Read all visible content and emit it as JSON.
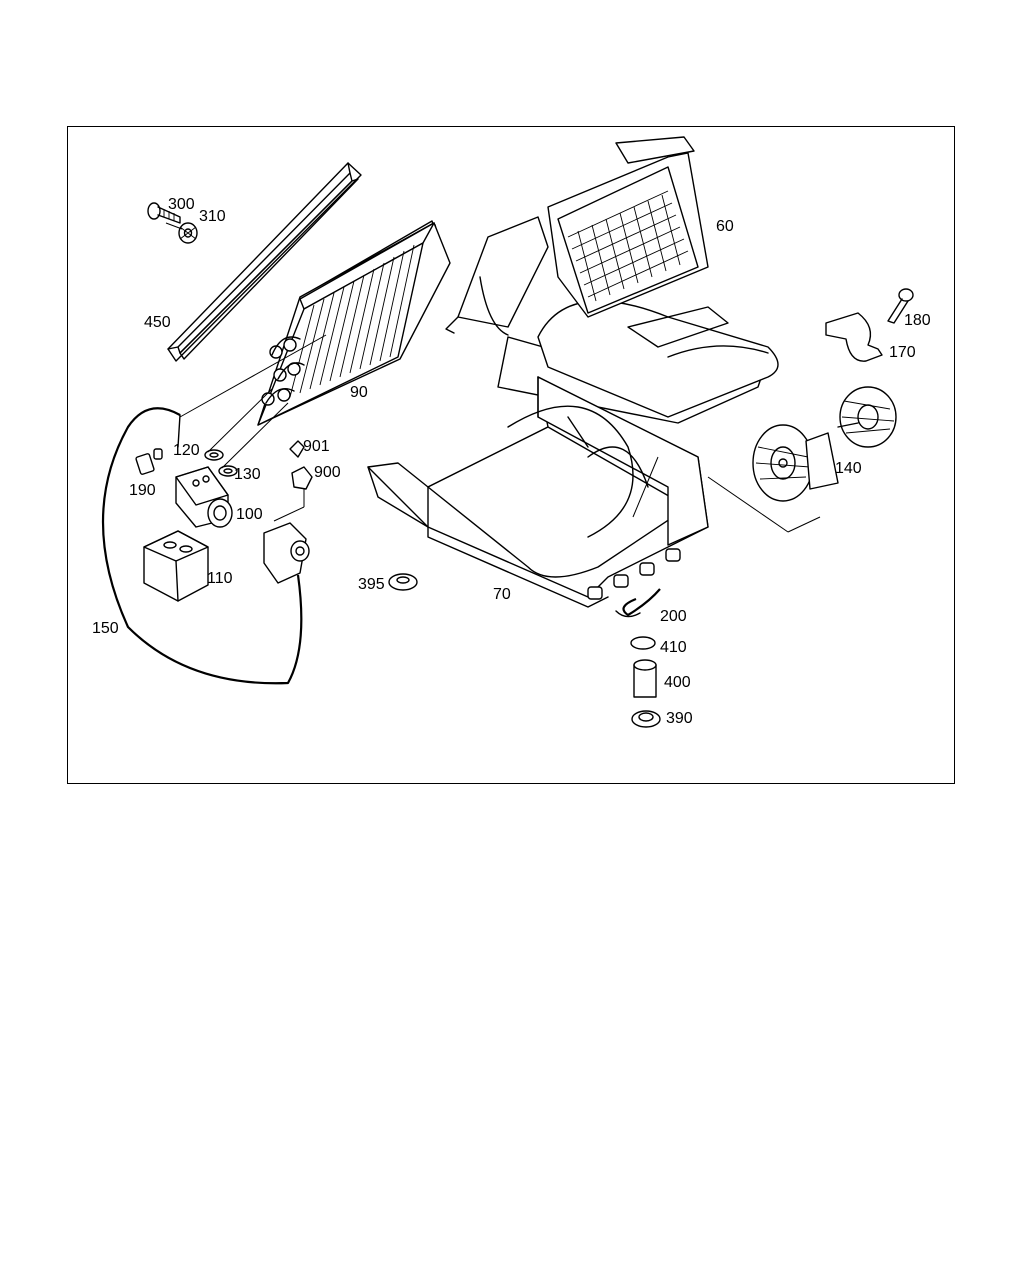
{
  "diagram": {
    "part_numbers": {
      "p60": "60",
      "p70": "70",
      "p90": "90",
      "p100": "100",
      "p110": "110",
      "p120": "120",
      "p130": "130",
      "p140": "140",
      "p150": "150",
      "p170": "170",
      "p180": "180",
      "p190": "190",
      "p200": "200",
      "p300": "300",
      "p310": "310",
      "p390": "390",
      "p395": "395",
      "p400": "400",
      "p410": "410",
      "p450": "450",
      "p900": "900",
      "p901": "901"
    }
  },
  "colors": {
    "line": "#000000",
    "background": "#ffffff"
  }
}
